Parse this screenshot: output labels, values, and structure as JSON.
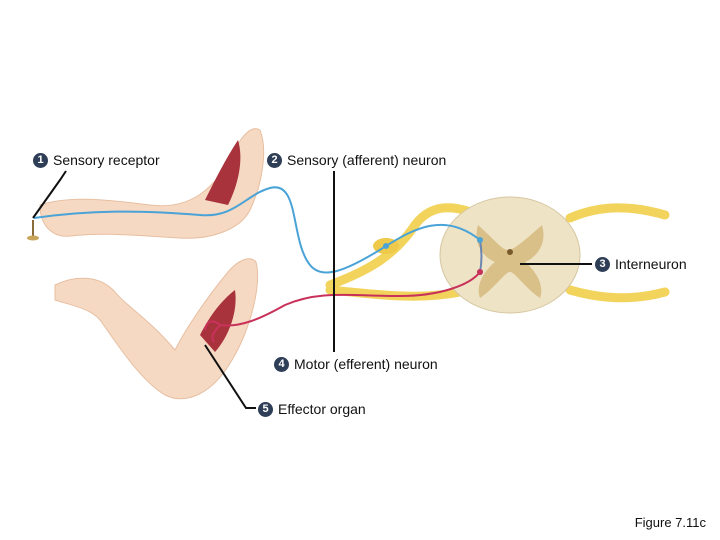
{
  "labels": [
    {
      "num": "1",
      "text": "Sensory receptor"
    },
    {
      "num": "2",
      "text": "Sensory (afferent) neuron"
    },
    {
      "num": "3",
      "text": "Interneuron"
    },
    {
      "num": "4",
      "text": "Motor (efferent) neuron"
    },
    {
      "num": "5",
      "text": "Effector organ"
    }
  ],
  "caption": "Figure 7.11c",
  "colors": {
    "sensory_neuron": "#4aa3d6",
    "motor_neuron": "#c8325a",
    "nerve": "#f2d45c",
    "skin": "#f6d9c2",
    "muscle": "#a8333d",
    "grey_matter": "#d9c089",
    "white_matter": "#efe3c6",
    "badge": "#2f3e57"
  }
}
